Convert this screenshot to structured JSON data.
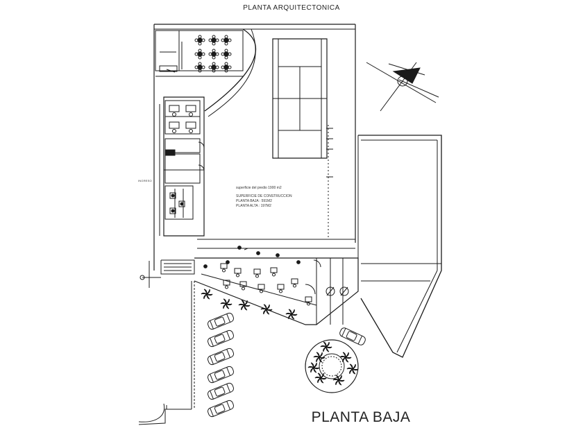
{
  "drawing": {
    "title": "PLANTA ARQUITECTONICA",
    "subtitle": "PLANTA BAJA",
    "entrance_label": "INGRESO",
    "notes": {
      "land_area": "superficie del predio 1900 m2",
      "construction_heading": "SUPERFICIE DE CONSTRUCCION",
      "ground_floor": "PLANTA BAJA : 591M2",
      "upper_floor": "PLANTA ALTA : 197M2"
    }
  },
  "colors": {
    "line": "#1a1a1a",
    "background": "#ffffff"
  }
}
